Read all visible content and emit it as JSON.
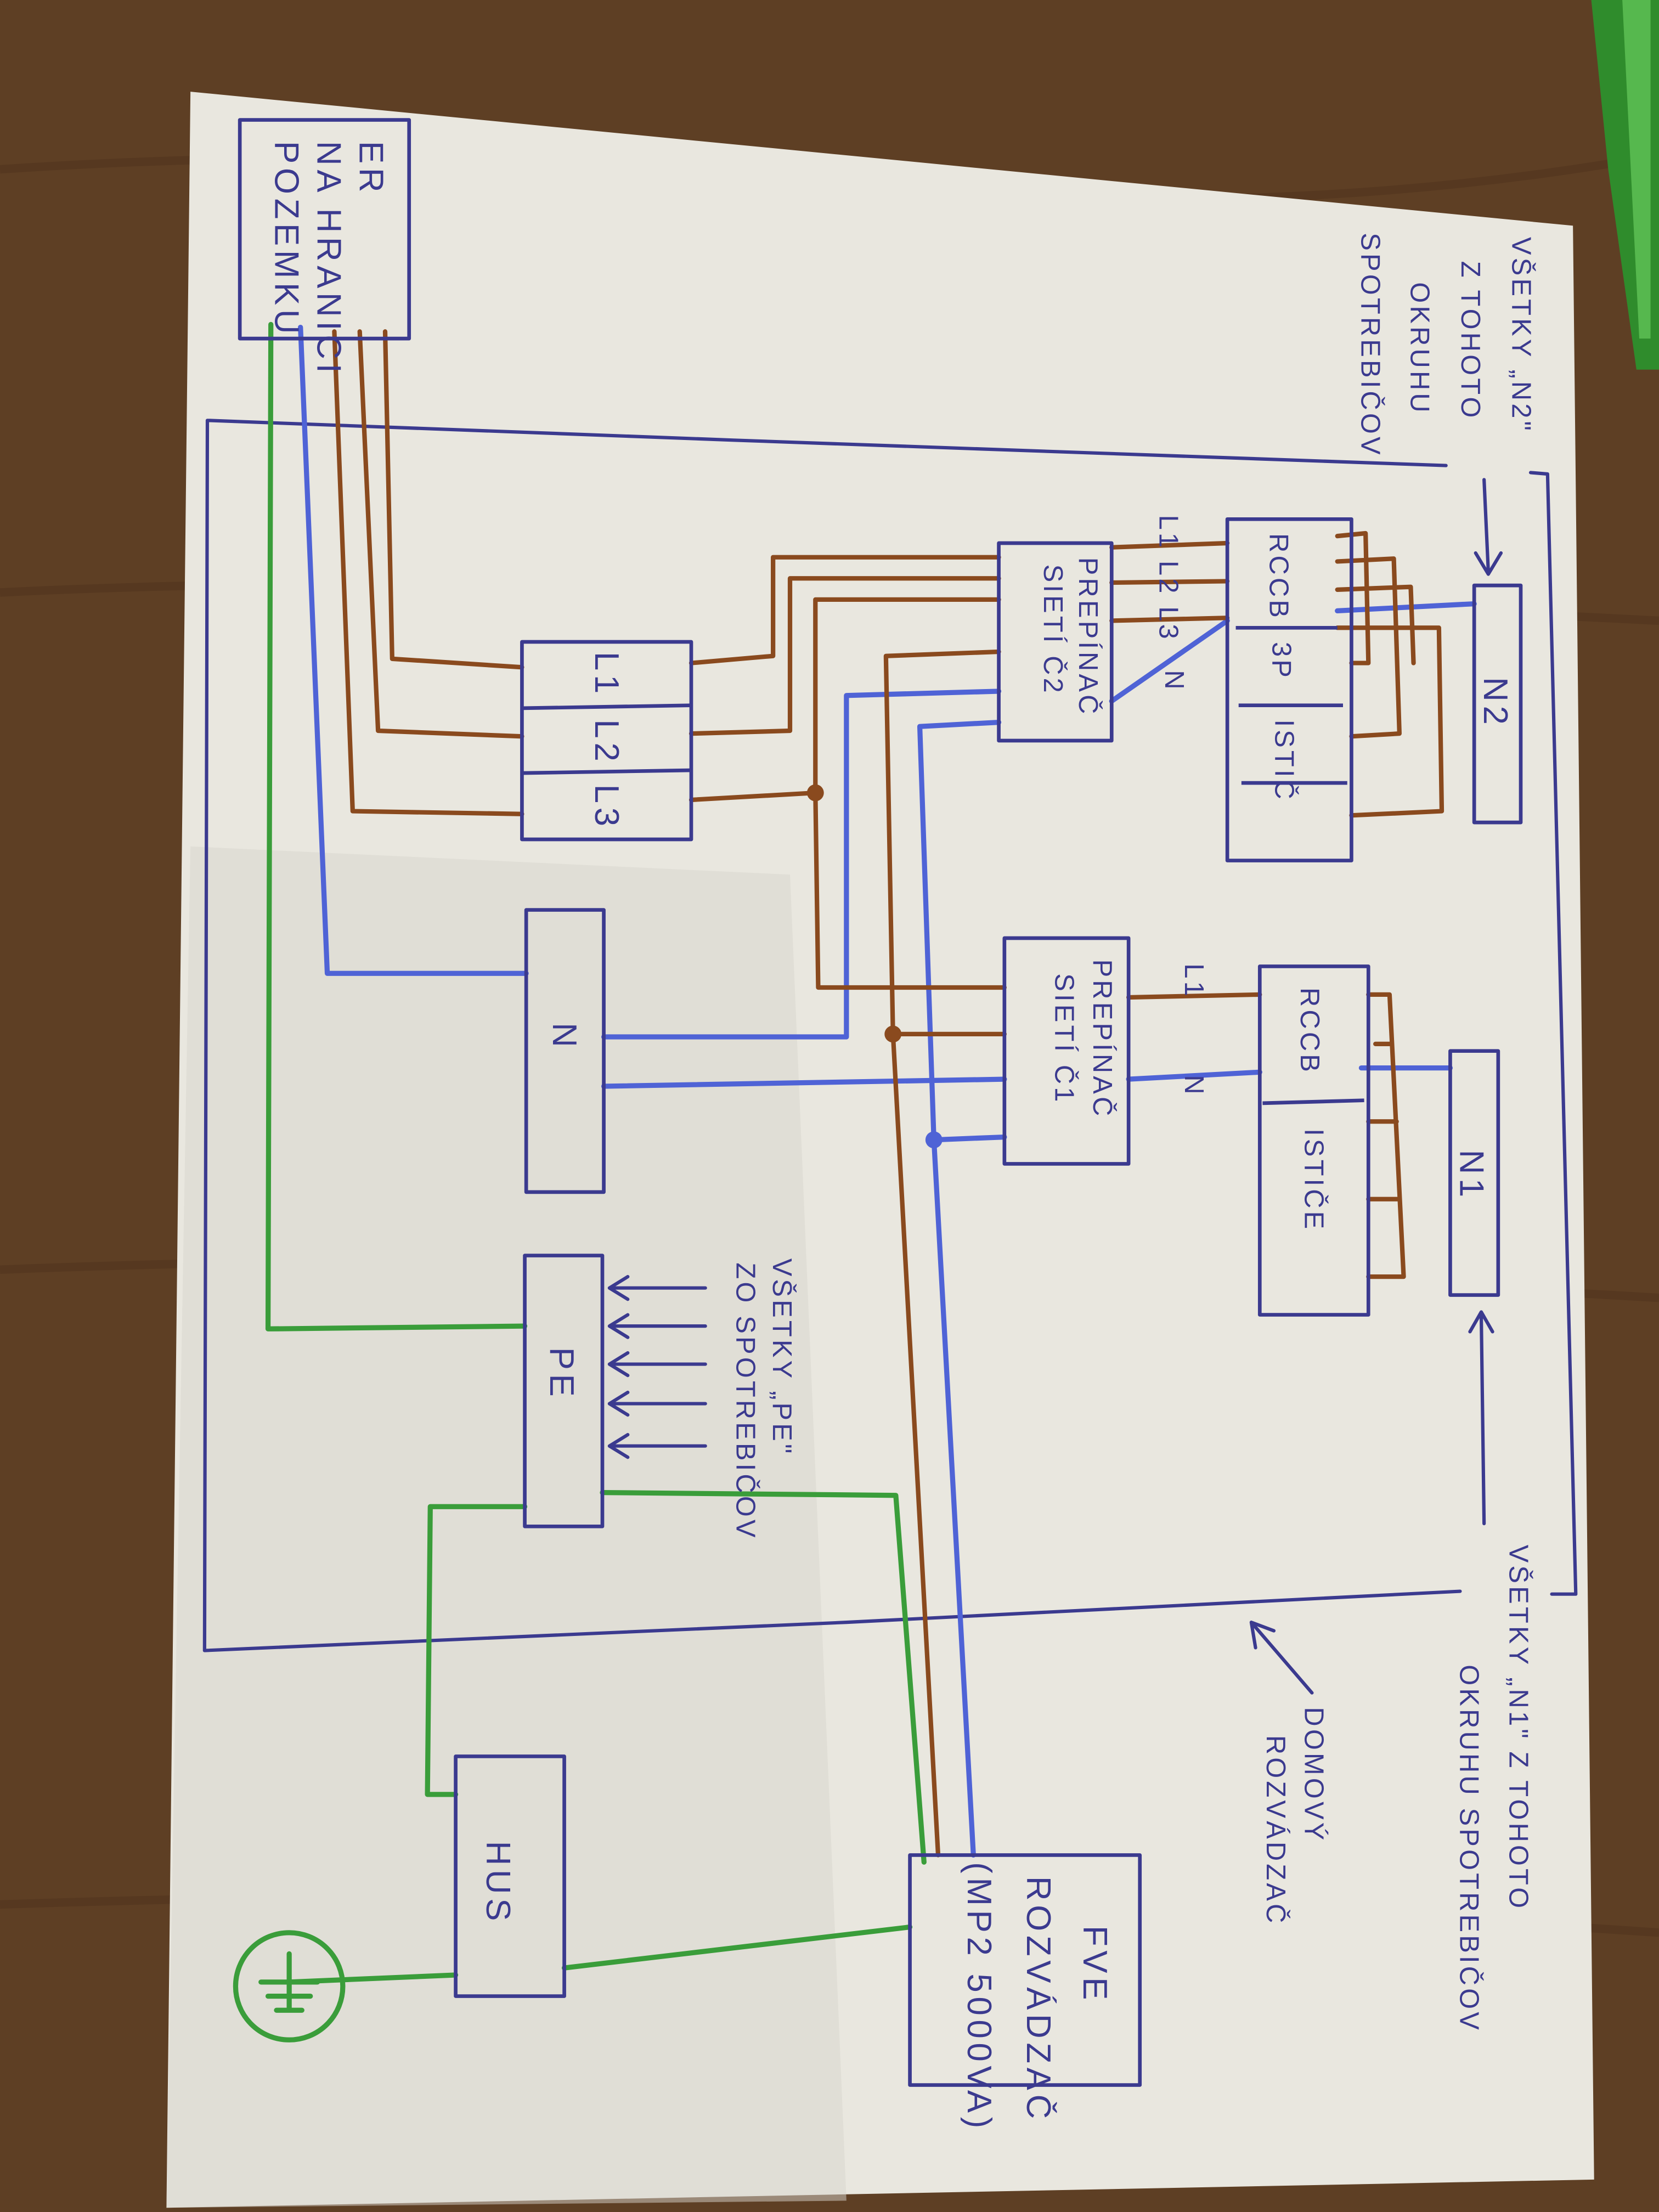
{
  "colors": {
    "phase_wire": "#8a4a1e",
    "neutral_wire": "#4f63d6",
    "earth_wire": "#3a9d3a",
    "ink": "#3b3a8f",
    "paper": "#e9e7df",
    "table": "#5e3f24"
  },
  "boxes": {
    "er": {
      "lines": [
        "ER",
        "NA HRANICI",
        "POZEMKU"
      ]
    },
    "phase_terminals": {
      "l1": "L1",
      "l2": "L2",
      "l3": "L3"
    },
    "switch2": {
      "lines": [
        "PREPÍNAČ",
        "SIETÍ Č2"
      ]
    },
    "rccb3p": {
      "rccb": "RCCB",
      "p3": "3P",
      "istic": "ISTIČ"
    },
    "n2": "N2",
    "n_bar": "N",
    "switch1": {
      "lines": [
        "PREPÍNAČ",
        "SIETÍ Č1"
      ]
    },
    "rccb1": {
      "rccb": "RCCB",
      "istice": "ISTIČE"
    },
    "n1": "N1",
    "pe": "PE",
    "hus": "HUS",
    "fve": {
      "lines": [
        "FVE",
        "ROZVÁDZAČ",
        "(MP2 5000VA)"
      ]
    }
  },
  "wire_labels": {
    "sw2_phases": "L1 L2 L3",
    "sw2_neutral": "N",
    "sw1_phase": "L1",
    "sw1_neutral": "N"
  },
  "notes": {
    "n2_note": [
      "VŠETKY „N2\"",
      "Z TOHOTO",
      "OKRUHU",
      "SPOTREBIČOV"
    ],
    "n1_note": [
      "VŠETKY „N1\" Z TOHOTO",
      "OKRUHU SPOTREBIČOV"
    ],
    "pe_note": [
      "VŠETKY „PE\"",
      "ZO SPOTREBIČOV"
    ],
    "main_board": [
      "DOMOVÝ",
      "ROZVÁDZAČ"
    ]
  }
}
